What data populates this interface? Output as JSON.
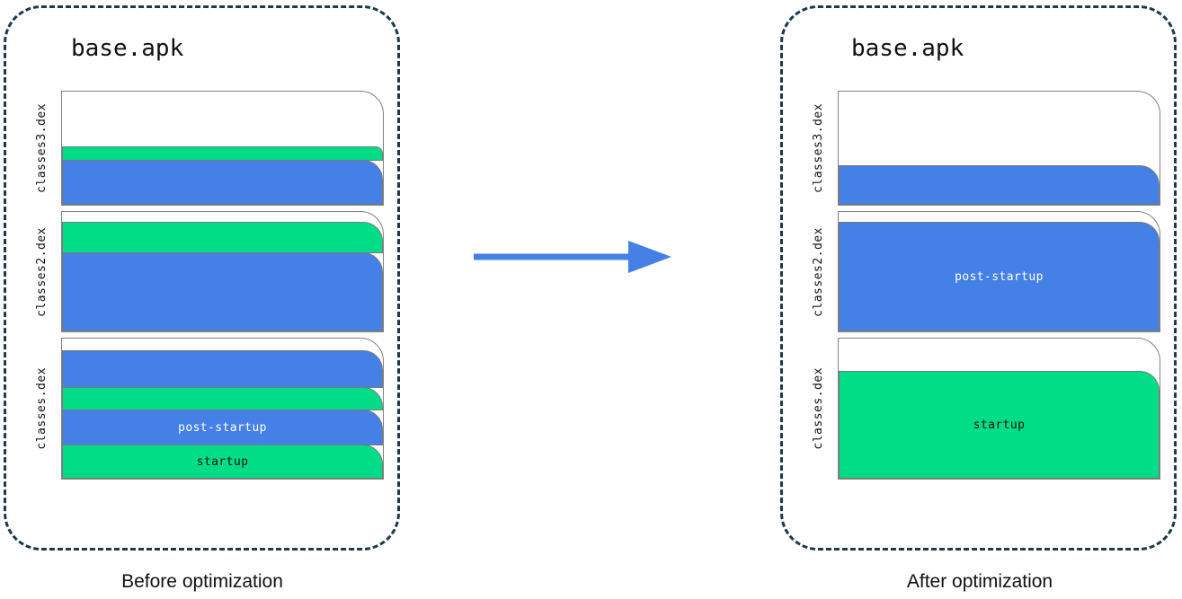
{
  "diagram": {
    "accent_blue": "#4580e6",
    "accent_green": "#00dd87",
    "dash_color": "#1b3a4b",
    "outline_color": "#808080"
  },
  "panels": [
    {
      "id": "before",
      "title": "base.apk",
      "caption": "Before optimization",
      "rows": [
        {
          "label": "classes3.dex",
          "height": 128,
          "segments": [
            {
              "color": "blue",
              "label": "",
              "height": 50
            },
            {
              "color": "green",
              "label": "",
              "height": 16
            }
          ]
        },
        {
          "label": "classes2.dex",
          "height": 135,
          "segments": [
            {
              "color": "blue",
              "label": "",
              "height": 88
            },
            {
              "color": "green",
              "label": "",
              "height": 35
            }
          ]
        },
        {
          "label": "classes.dex",
          "height": 158,
          "segments": [
            {
              "color": "green",
              "label": "startup",
              "height": 38
            },
            {
              "color": "blue",
              "label": "post-startup",
              "height": 40
            },
            {
              "color": "green",
              "label": "",
              "height": 26
            },
            {
              "color": "blue",
              "label": "",
              "height": 42
            }
          ]
        }
      ]
    },
    {
      "id": "after",
      "title": "base.apk",
      "caption": "After optimization",
      "rows": [
        {
          "label": "classes3.dex",
          "height": 128,
          "segments": [
            {
              "color": "blue",
              "label": "",
              "height": 44
            }
          ]
        },
        {
          "label": "classes2.dex",
          "height": 135,
          "segments": [
            {
              "color": "blue",
              "label": "post-startup",
              "height": 122
            }
          ]
        },
        {
          "label": "classes.dex",
          "height": 158,
          "segments": [
            {
              "color": "green",
              "label": "startup",
              "height": 120
            }
          ]
        }
      ]
    }
  ],
  "arrow": {
    "name": "transformation-arrow",
    "direction": "right",
    "color": "#4580e6"
  }
}
